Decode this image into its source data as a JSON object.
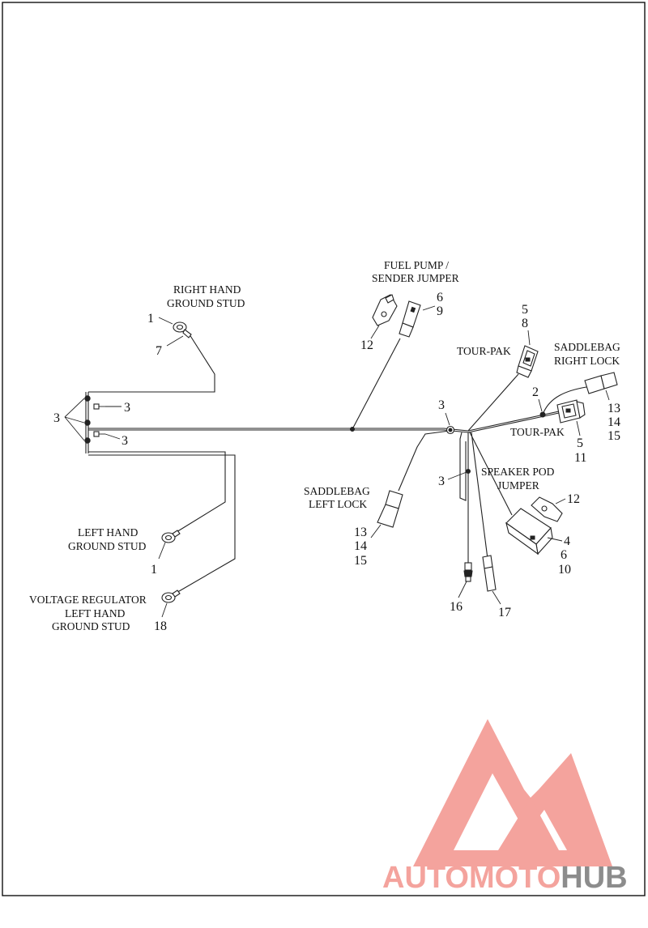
{
  "labels": {
    "right_hand_ground_stud": [
      "RIGHT HAND",
      "GROUND STUD"
    ],
    "fuel_pump_sender_jumper": [
      "FUEL PUMP /",
      "SENDER JUMPER"
    ],
    "tour_pak_upper": "TOUR-PAK",
    "saddlebag_right_lock": [
      "SADDLEBAG",
      "RIGHT LOCK"
    ],
    "tour_pak_lower": "TOUR-PAK",
    "speaker_pod_jumper": [
      "SPEAKER POD",
      "JUMPER"
    ],
    "saddlebag_left_lock": [
      "SADDLEBAG",
      "LEFT LOCK"
    ],
    "left_hand_ground_stud": [
      "LEFT HAND",
      "GROUND STUD"
    ],
    "voltage_regulator_left_hand_ground_stud": [
      "VOLTAGE REGULATOR",
      "LEFT HAND",
      "GROUND STUD"
    ]
  },
  "callouts": {
    "rh_stud_1": "1",
    "rh_stud_7": "7",
    "left_group_3": "3",
    "screw_upper_3": "3",
    "screw_lower_3": "3",
    "lh_stud_1": "1",
    "vr_stud_18": "18",
    "fuel_6": "6",
    "fuel_9": "9",
    "fuel_12": "12",
    "tourpak_5": "5",
    "tourpak_8": "8",
    "center_3": "3",
    "sb_right_2": "2",
    "sb_right_13": "13",
    "sb_right_14": "14",
    "sb_right_15": "15",
    "tourpak_low_5": "5",
    "tourpak_low_11": "11",
    "speaker_3": "3",
    "speaker_12": "12",
    "speaker_4": "4",
    "speaker_6": "6",
    "speaker_10": "10",
    "sb_left_13": "13",
    "sb_left_14": "14",
    "sb_left_15": "15",
    "conn_16": "16",
    "conn_17": "17"
  },
  "watermark": {
    "part1": "AUTO",
    "part2": "MOTO",
    "part3": "HUB",
    "color_main": "#f4a39d",
    "color_hub": "#8c8c8c"
  }
}
